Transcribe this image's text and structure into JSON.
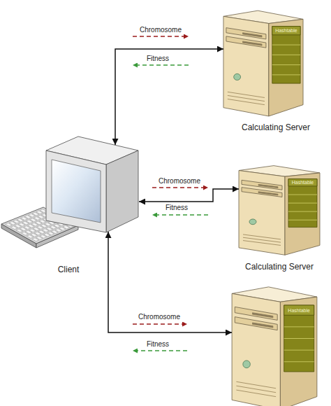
{
  "diagram": {
    "nodes": [
      {
        "text": [
          "Hashtable",
          "Calculating Server"
        ]
      },
      {
        "text": [
          "Client"
        ]
      },
      {
        "text": [
          "Hashtable",
          "Calculating Server"
        ]
      },
      {
        "text": [
          "Hashtable"
        ]
      }
    ],
    "edges": [
      {
        "from": 1,
        "to": 0,
        "arrow": "both",
        "label": "Chromosome"
      },
      {
        "from": 1,
        "to": 2,
        "arrow": "both",
        "label": "Chromosome"
      },
      {
        "from": 1,
        "to": 3,
        "arrow": "both",
        "label": "Chromosome"
      }
    ],
    "labels": [
      "Fitness",
      "Fitness",
      "Fitness"
    ]
  }
}
